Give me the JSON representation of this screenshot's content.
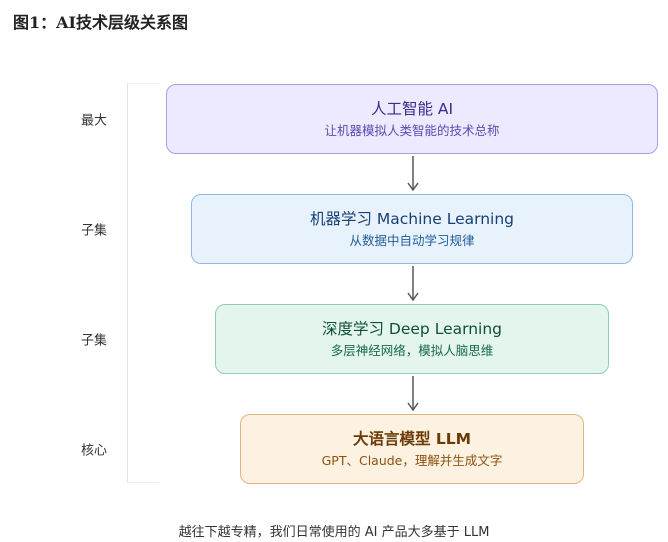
{
  "figure": {
    "title": "图1：AI技术层级关系图"
  },
  "levels": [
    {
      "label": "最大"
    },
    {
      "label": "子集"
    },
    {
      "label": "子集"
    },
    {
      "label": "核心"
    }
  ],
  "boxes": [
    {
      "title": "人工智能 AI",
      "subtitle": "让机器模拟人类智能的技术总称",
      "fill_color": "#ede9ff",
      "border_color": "#a99ee8"
    },
    {
      "title": "机器学习 Machine Learning",
      "subtitle": "从数据中自动学习规律",
      "fill_color": "#e7f2fd",
      "border_color": "#8fb8e6"
    },
    {
      "title": "深度学习 Deep Learning",
      "subtitle": "多层神经网络，模拟人脑思维",
      "fill_color": "#e4f5ed",
      "border_color": "#8fcfb1"
    },
    {
      "title": "大语言模型 LLM",
      "subtitle": "GPT、Claude，理解并生成文字",
      "fill_color": "#fdf1e1",
      "border_color": "#e0b57e"
    }
  ],
  "footer": {
    "note": "越往下越专精，我们日常使用的 AI 产品大多基于 LLM"
  }
}
